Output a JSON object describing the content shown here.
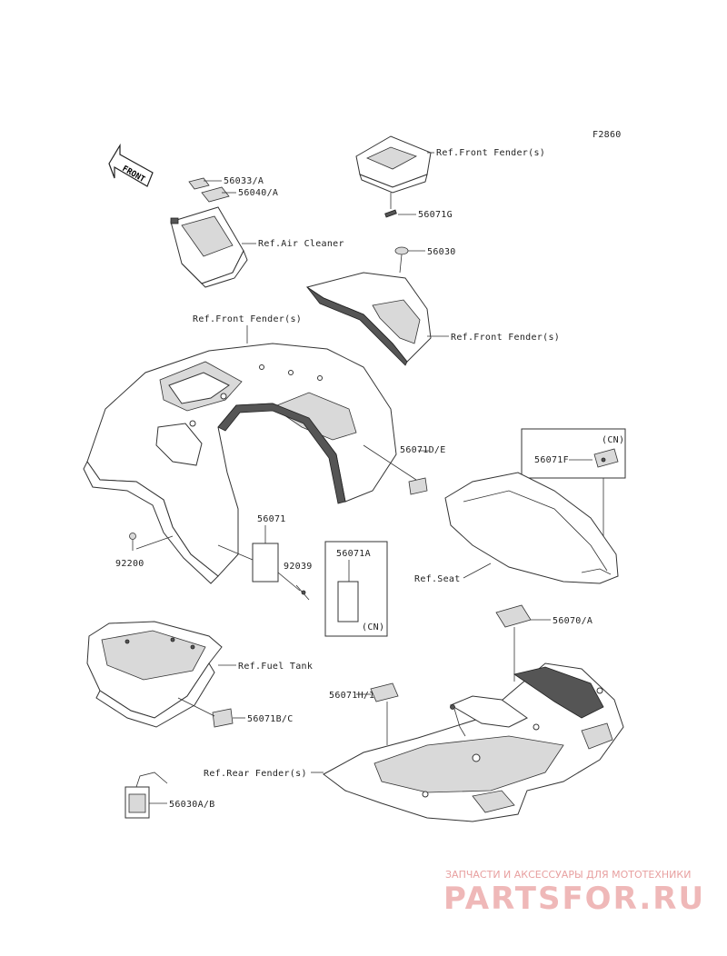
{
  "diagram": {
    "figure_code": "F2860",
    "front_arrow": "FRONT",
    "labels": {
      "p56033A": "56033/A",
      "p56040A": "56040/A",
      "air_cleaner": "Ref.Air Cleaner",
      "front_fender_top": "Ref.Front Fender(s)",
      "p56071G": "56071G",
      "p56030": "56030",
      "front_fender_right": "Ref.Front Fender(s)",
      "front_fender_left": "Ref.Front Fender(s)",
      "p56071DE": "56071D/E",
      "cn_top": "(CN)",
      "p56071F": "56071F",
      "p56071": "56071",
      "p92039": "92039",
      "p92200": "92200",
      "p56071A": "56071A",
      "cn_mid": "(CN)",
      "seat": "Ref.Seat",
      "p56070A": "56070/A",
      "fuel_tank": "Ref.Fuel Tank",
      "p56071BC": "56071B/C",
      "p56071HI": "56071H/I",
      "rear_fender": "Ref.Rear Fender(s)",
      "p56030AB": "56030A/B"
    }
  },
  "watermark": {
    "tagline": "ЗАПЧАСТИ И АКСЕССУАРЫ ДЛЯ МОТОТЕХНИКИ",
    "brand": "PARTSFOR.RU"
  }
}
